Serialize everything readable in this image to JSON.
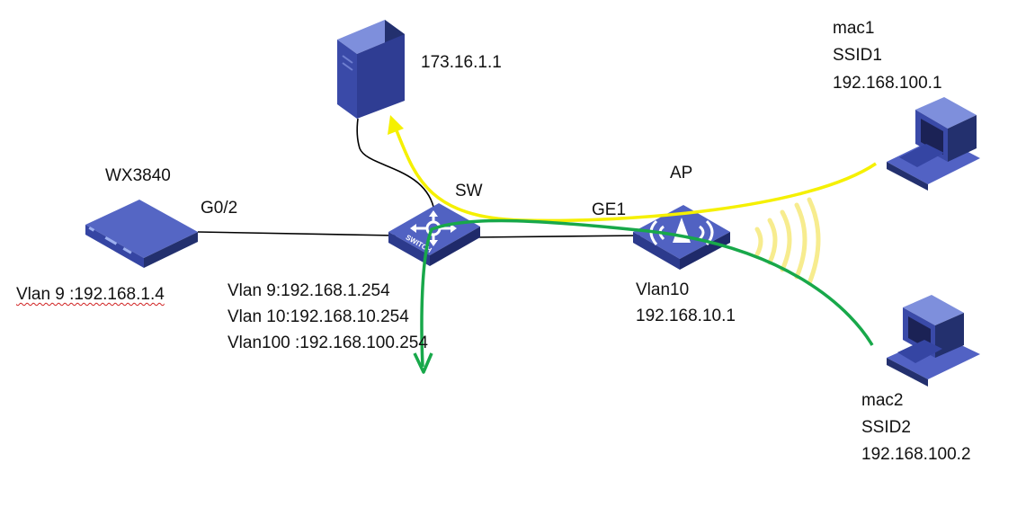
{
  "colors": {
    "device_blue": "#3a4aa8",
    "device_dark": "#23306e",
    "device_light": "#6f7fd0",
    "yellow_path": "#f5f000",
    "green_path": "#18a84a",
    "link": "#000000"
  },
  "nodes": {
    "server": {
      "ip": "173.16.1.1"
    },
    "controller": {
      "name": "WX3840",
      "port": "G0/2",
      "vlan": "Vlan 9 :192.168.1.4"
    },
    "switch": {
      "name": "SW",
      "badge": "SWITCH",
      "vlans": [
        "Vlan 9:192.168.1.254",
        "Vlan 10:192.168.10.254",
        "Vlan100 :192.168.100.254"
      ]
    },
    "ap": {
      "name": "AP",
      "port": "GE1",
      "vlan": "Vlan10",
      "ip": "192.168.10.1"
    },
    "client1": {
      "mac": "mac1",
      "ssid": "SSID1",
      "ip": "192.168.100.1"
    },
    "client2": {
      "mac": "mac2",
      "ssid": "SSID2",
      "ip": "192.168.100.2"
    }
  },
  "icons": [
    "server-icon",
    "controller-icon",
    "switch-icon",
    "ap-icon",
    "wifi-waves-icon",
    "pc-icon"
  ]
}
